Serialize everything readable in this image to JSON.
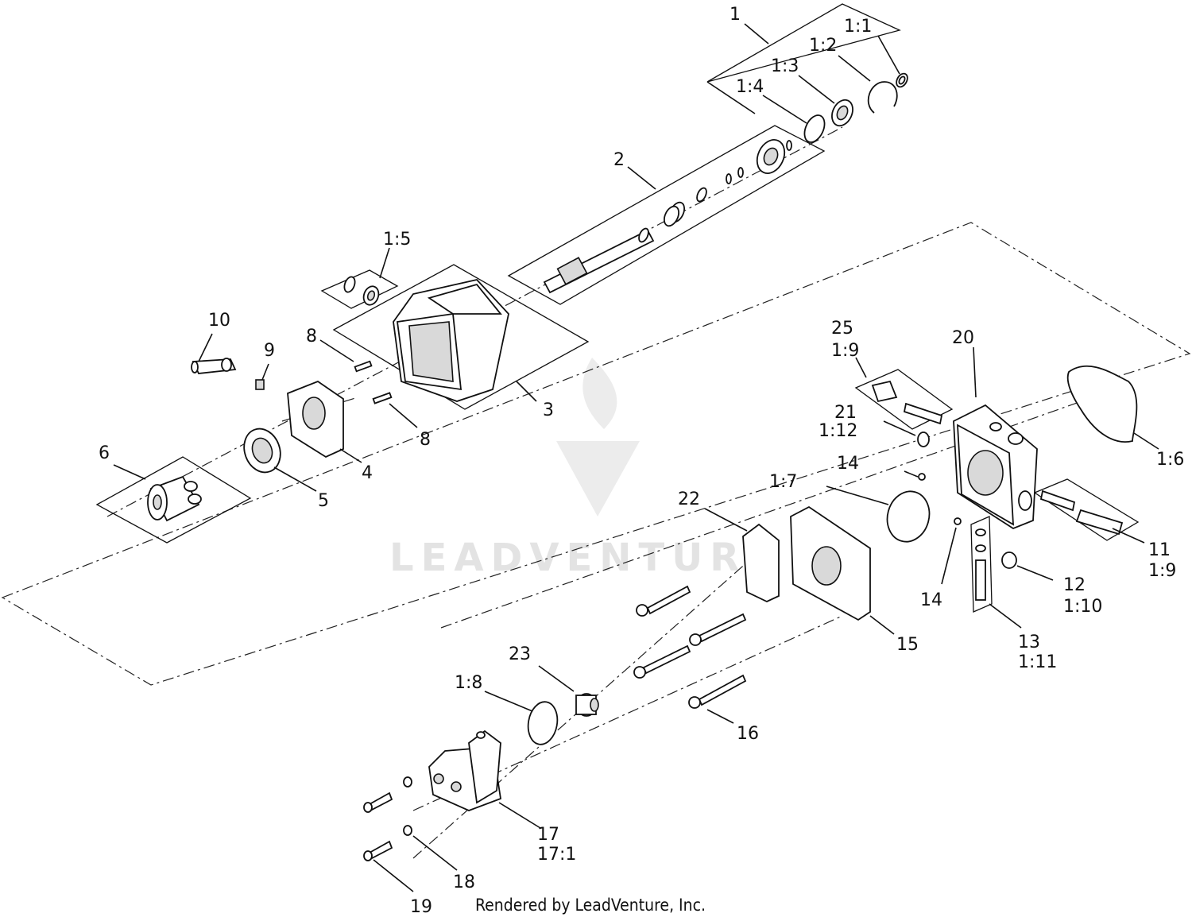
{
  "footer": "Rendered by LeadVenture, Inc.",
  "watermark": "LEADVENTURE",
  "callouts": {
    "c1": "1",
    "c1_1": "1:1",
    "c1_2": "1:2",
    "c1_3": "1:3",
    "c1_4": "1:4",
    "c2": "2",
    "c1_5": "1:5",
    "c3": "3",
    "c8a": "8",
    "c8b": "8",
    "c10": "10",
    "c9": "9",
    "c4": "4",
    "c5": "5",
    "c6": "6",
    "c25": "25",
    "c1_9a": "1:9",
    "c20": "20",
    "c21": "21",
    "c1_12": "1:12",
    "c14a": "14",
    "c1_6": "1:6",
    "c1_7": "1:7",
    "c22": "22",
    "c11": "11",
    "c1_9b": "1:9",
    "c12": "12",
    "c1_10": "1:10",
    "c14b": "14",
    "c15": "15",
    "c13": "13",
    "c1_11": "1:11",
    "c23": "23",
    "c1_8": "1:8",
    "c16": "16",
    "c17": "17",
    "c17_1": "17:1",
    "c18": "18",
    "c19": "19"
  },
  "colors": {
    "line": "#111111",
    "watermark": "#e3e3e3",
    "background": "#ffffff"
  }
}
